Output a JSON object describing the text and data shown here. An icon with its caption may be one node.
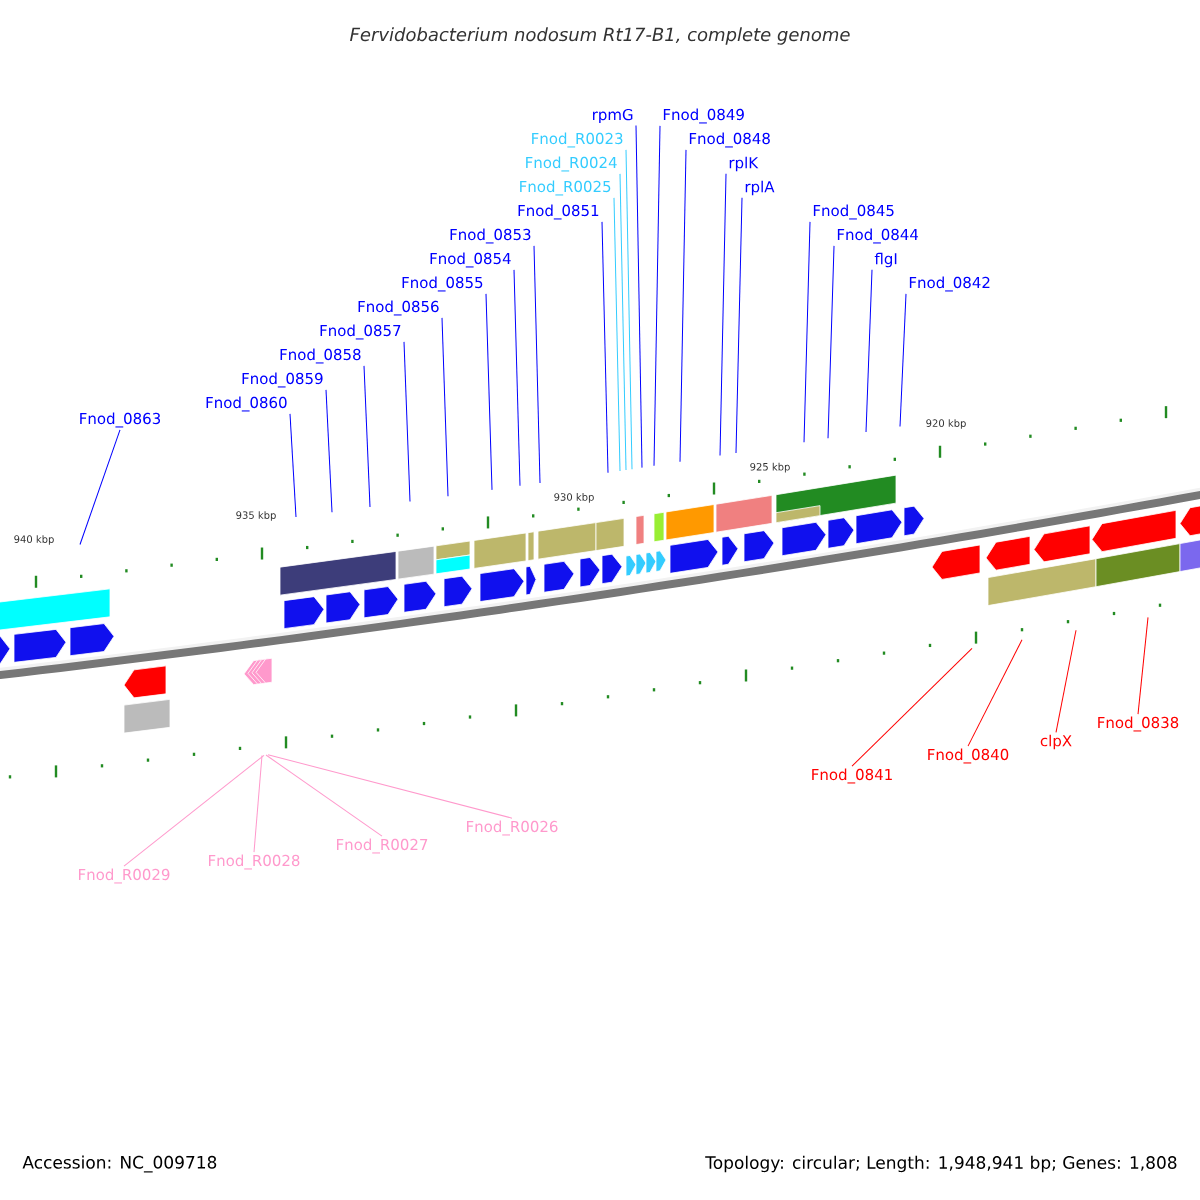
{
  "diagram": {
    "title": "Fervidobacterium nodosum Rt17-B1, complete genome",
    "nodes": [
      {
        "text": [
          "rpmG"
        ]
      },
      {
        "text": [
          "Fnod_0849"
        ]
      },
      {
        "text": [
          "Fnod_R0023"
        ]
      },
      {
        "text": [
          "Fnod_0848"
        ]
      },
      {
        "text": [
          "Fnod_R0024"
        ]
      },
      {
        "text": [
          "rplK"
        ]
      },
      {
        "text": [
          "Fnod_R0025"
        ]
      },
      {
        "text": [
          "rplA"
        ]
      },
      {
        "text": [
          "Fnod_0851"
        ]
      },
      {
        "text": [
          "Fnod_0845"
        ]
      },
      {
        "text": [
          "Fnod_0853"
        ]
      },
      {
        "text": [
          "Fnod_0844"
        ]
      },
      {
        "text": [
          "Fnod_0854"
        ]
      },
      {
        "text": [
          "flgI"
        ]
      },
      {
        "text": [
          "Fnod_0855"
        ]
      },
      {
        "text": [
          "Fnod_0842"
        ]
      },
      {
        "text": [
          "Fnod_0856"
        ]
      },
      {
        "text": [
          "Fnod_0857"
        ]
      },
      {
        "text": [
          "Fnod_0858"
        ]
      },
      {
        "text": [
          "Fnod_0859"
        ]
      },
      {
        "text": [
          "Fnod_0860"
        ]
      },
      {
        "text": [
          "Fnod_0863"
        ]
      },
      {
        "text": [
          "Fnod_0838"
        ]
      },
      {
        "text": [
          "clpX"
        ]
      },
      {
        "text": [
          "Fnod_0840"
        ]
      },
      {
        "text": [
          "Fnod_0841"
        ]
      },
      {
        "text": [
          "Fnod_R0026"
        ]
      },
      {
        "text": [
          "Fnod_R0027"
        ]
      },
      {
        "text": [
          "Fnod_R0028"
        ]
      },
      {
        "text": [
          "Fnod_R0029"
        ]
      }
    ],
    "edges": [
      {
        "from": 0,
        "to": null,
        "arrow": "none"
      },
      {
        "from": 1,
        "to": null,
        "arrow": "none"
      },
      {
        "from": 2,
        "to": null,
        "arrow": "none",
        "color": "#33ccff"
      },
      {
        "from": 3,
        "to": null,
        "arrow": "none"
      },
      {
        "from": 4,
        "to": null,
        "arrow": "none",
        "color": "#33ccff"
      },
      {
        "from": 5,
        "to": null,
        "arrow": "none"
      },
      {
        "from": 6,
        "to": null,
        "arrow": "none",
        "color": "#33ccff"
      },
      {
        "from": 7,
        "to": null,
        "arrow": "none"
      },
      {
        "from": 8,
        "to": null,
        "arrow": "none"
      },
      {
        "from": 9,
        "to": null,
        "arrow": "none"
      },
      {
        "from": 10,
        "to": null,
        "arrow": "none"
      },
      {
        "from": 11,
        "to": null,
        "arrow": "none"
      },
      {
        "from": 12,
        "to": null,
        "arrow": "none"
      },
      {
        "from": 13,
        "to": null,
        "arrow": "none"
      },
      {
        "from": 14,
        "to": null,
        "arrow": "none"
      },
      {
        "from": 15,
        "to": null,
        "arrow": "none"
      },
      {
        "from": 16,
        "to": null,
        "arrow": "none"
      },
      {
        "from": 17,
        "to": null,
        "arrow": "none"
      },
      {
        "from": 18,
        "to": null,
        "arrow": "none"
      },
      {
        "from": 19,
        "to": null,
        "arrow": "none"
      },
      {
        "from": 20,
        "to": null,
        "arrow": "none"
      },
      {
        "from": 21,
        "to": null,
        "arrow": "none"
      },
      {
        "from": 22,
        "to": null,
        "arrow": "none",
        "color": "#ff0000"
      },
      {
        "from": 23,
        "to": null,
        "arrow": "none",
        "color": "#ff0000"
      },
      {
        "from": 24,
        "to": null,
        "arrow": "none",
        "color": "#ff0000"
      },
      {
        "from": 25,
        "to": null,
        "arrow": "none",
        "color": "#ff0000"
      },
      {
        "from": 26,
        "to": null,
        "arrow": "none",
        "color": "#ff99cc"
      },
      {
        "from": 27,
        "to": null,
        "arrow": "none",
        "color": "#ff99cc"
      },
      {
        "from": 28,
        "to": null,
        "arrow": "none",
        "color": "#ff99cc"
      },
      {
        "from": 29,
        "to": null,
        "arrow": "none",
        "color": "#ff99cc"
      }
    ],
    "labels": [
      "940 kbp",
      "935 kbp",
      "930 kbp",
      "925 kbp",
      "920 kbp",
      "Accession: NC_009718",
      "Topology: circular; Length: 1,948,941 bp; Genes: 1,808"
    ]
  }
}
